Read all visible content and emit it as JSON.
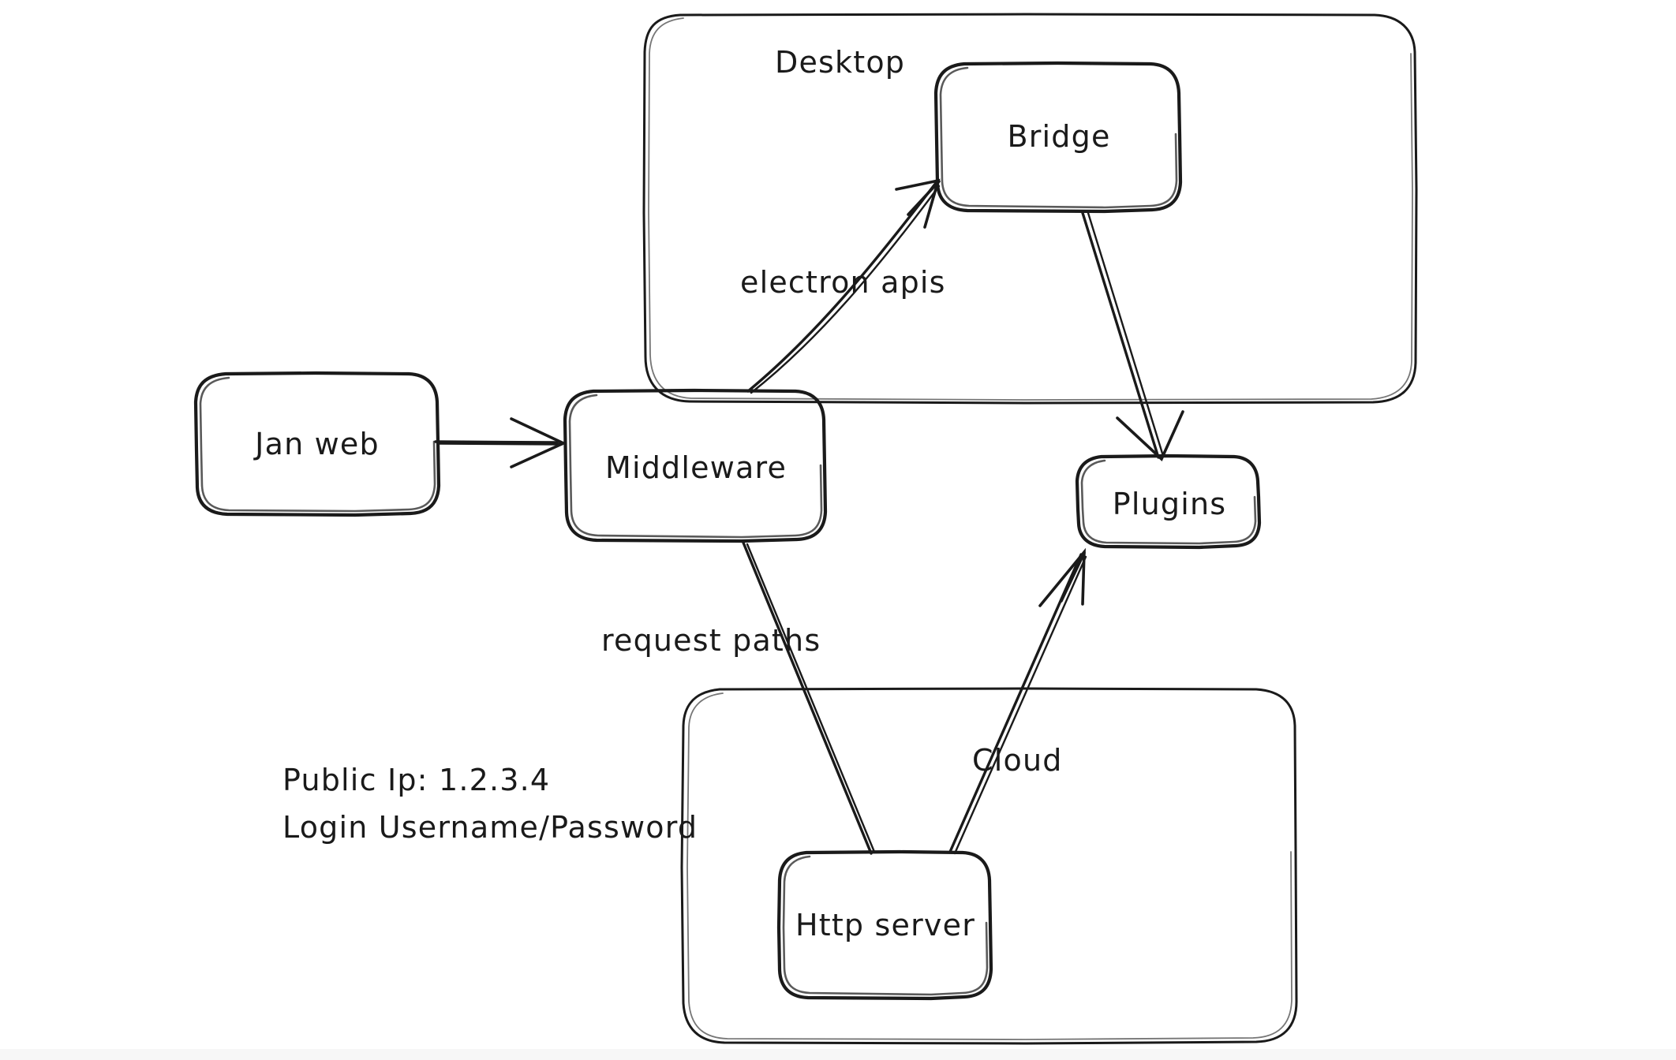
{
  "diagram": {
    "title": "Jan desktop / cloud architecture sketch",
    "style": "hand-drawn whiteboard",
    "background_color": "#ffffff",
    "stroke_color": "#1a1a1a",
    "groups": [
      {
        "id": "desktop",
        "label": "Desktop"
      },
      {
        "id": "cloud_container",
        "label": ""
      }
    ],
    "nodes": [
      {
        "id": "jan_web",
        "label": "Jan web"
      },
      {
        "id": "middleware",
        "label": "Middleware"
      },
      {
        "id": "bridge",
        "label": "Bridge"
      },
      {
        "id": "plugins",
        "label": "Plugins"
      },
      {
        "id": "http_server",
        "label": "Http server"
      }
    ],
    "edges": [
      {
        "id": "e1",
        "from": "Jan web",
        "to": "Middleware",
        "label": "",
        "arrow": true
      },
      {
        "id": "e2",
        "from": "Middleware",
        "to": "Bridge",
        "label": "electron apis",
        "arrow": true
      },
      {
        "id": "e3",
        "from": "Bridge",
        "to": "Plugins",
        "label": "",
        "arrow": true
      },
      {
        "id": "e4",
        "from": "Middleware",
        "to": "Http server",
        "label": "request paths",
        "arrow": false
      },
      {
        "id": "e5",
        "from": "Http server",
        "to": "Plugins",
        "label": "Cloud",
        "arrow": true
      }
    ],
    "notes": {
      "lines": [
        "Public Ip: 1.2.3.4",
        "Login Username/Password"
      ]
    }
  }
}
